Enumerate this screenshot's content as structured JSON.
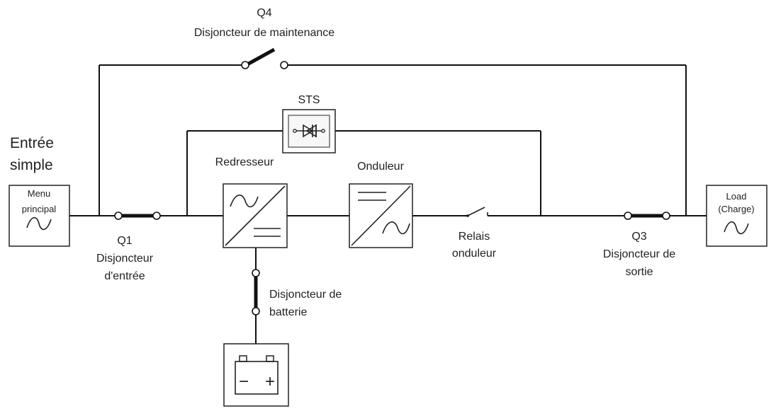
{
  "title": {
    "line1": "Entrée",
    "line2": "simple",
    "color": "#d12b2b"
  },
  "main_input": {
    "line1": "Menu",
    "line2": "principal",
    "icon": "sine-wave-icon"
  },
  "load": {
    "line1": "Load",
    "line2": "(Charge)",
    "icon": "sine-wave-icon"
  },
  "q4": {
    "id": "Q4",
    "name": "Disjoncteur de maintenance"
  },
  "sts": {
    "label": "STS",
    "icon": "thyristor-icon"
  },
  "rectifier": {
    "label": "Redresseur",
    "icon": "ac-dc-converter-icon"
  },
  "inverter": {
    "label": "Onduleur",
    "icon": "dc-ac-converter-icon"
  },
  "q1": {
    "id": "Q1",
    "line1": "Disjoncteur",
    "line2": "d'entrée"
  },
  "inverter_relay": {
    "line1": "Relais",
    "line2": "onduleur"
  },
  "q3": {
    "id": "Q3",
    "line1": "Disjoncteur de",
    "line2": "sortie"
  },
  "battery_breaker": {
    "line1": "Disjoncteur de",
    "line2": "batterie"
  },
  "battery": {
    "minus": "−",
    "plus": "+",
    "icon": "battery-icon"
  }
}
